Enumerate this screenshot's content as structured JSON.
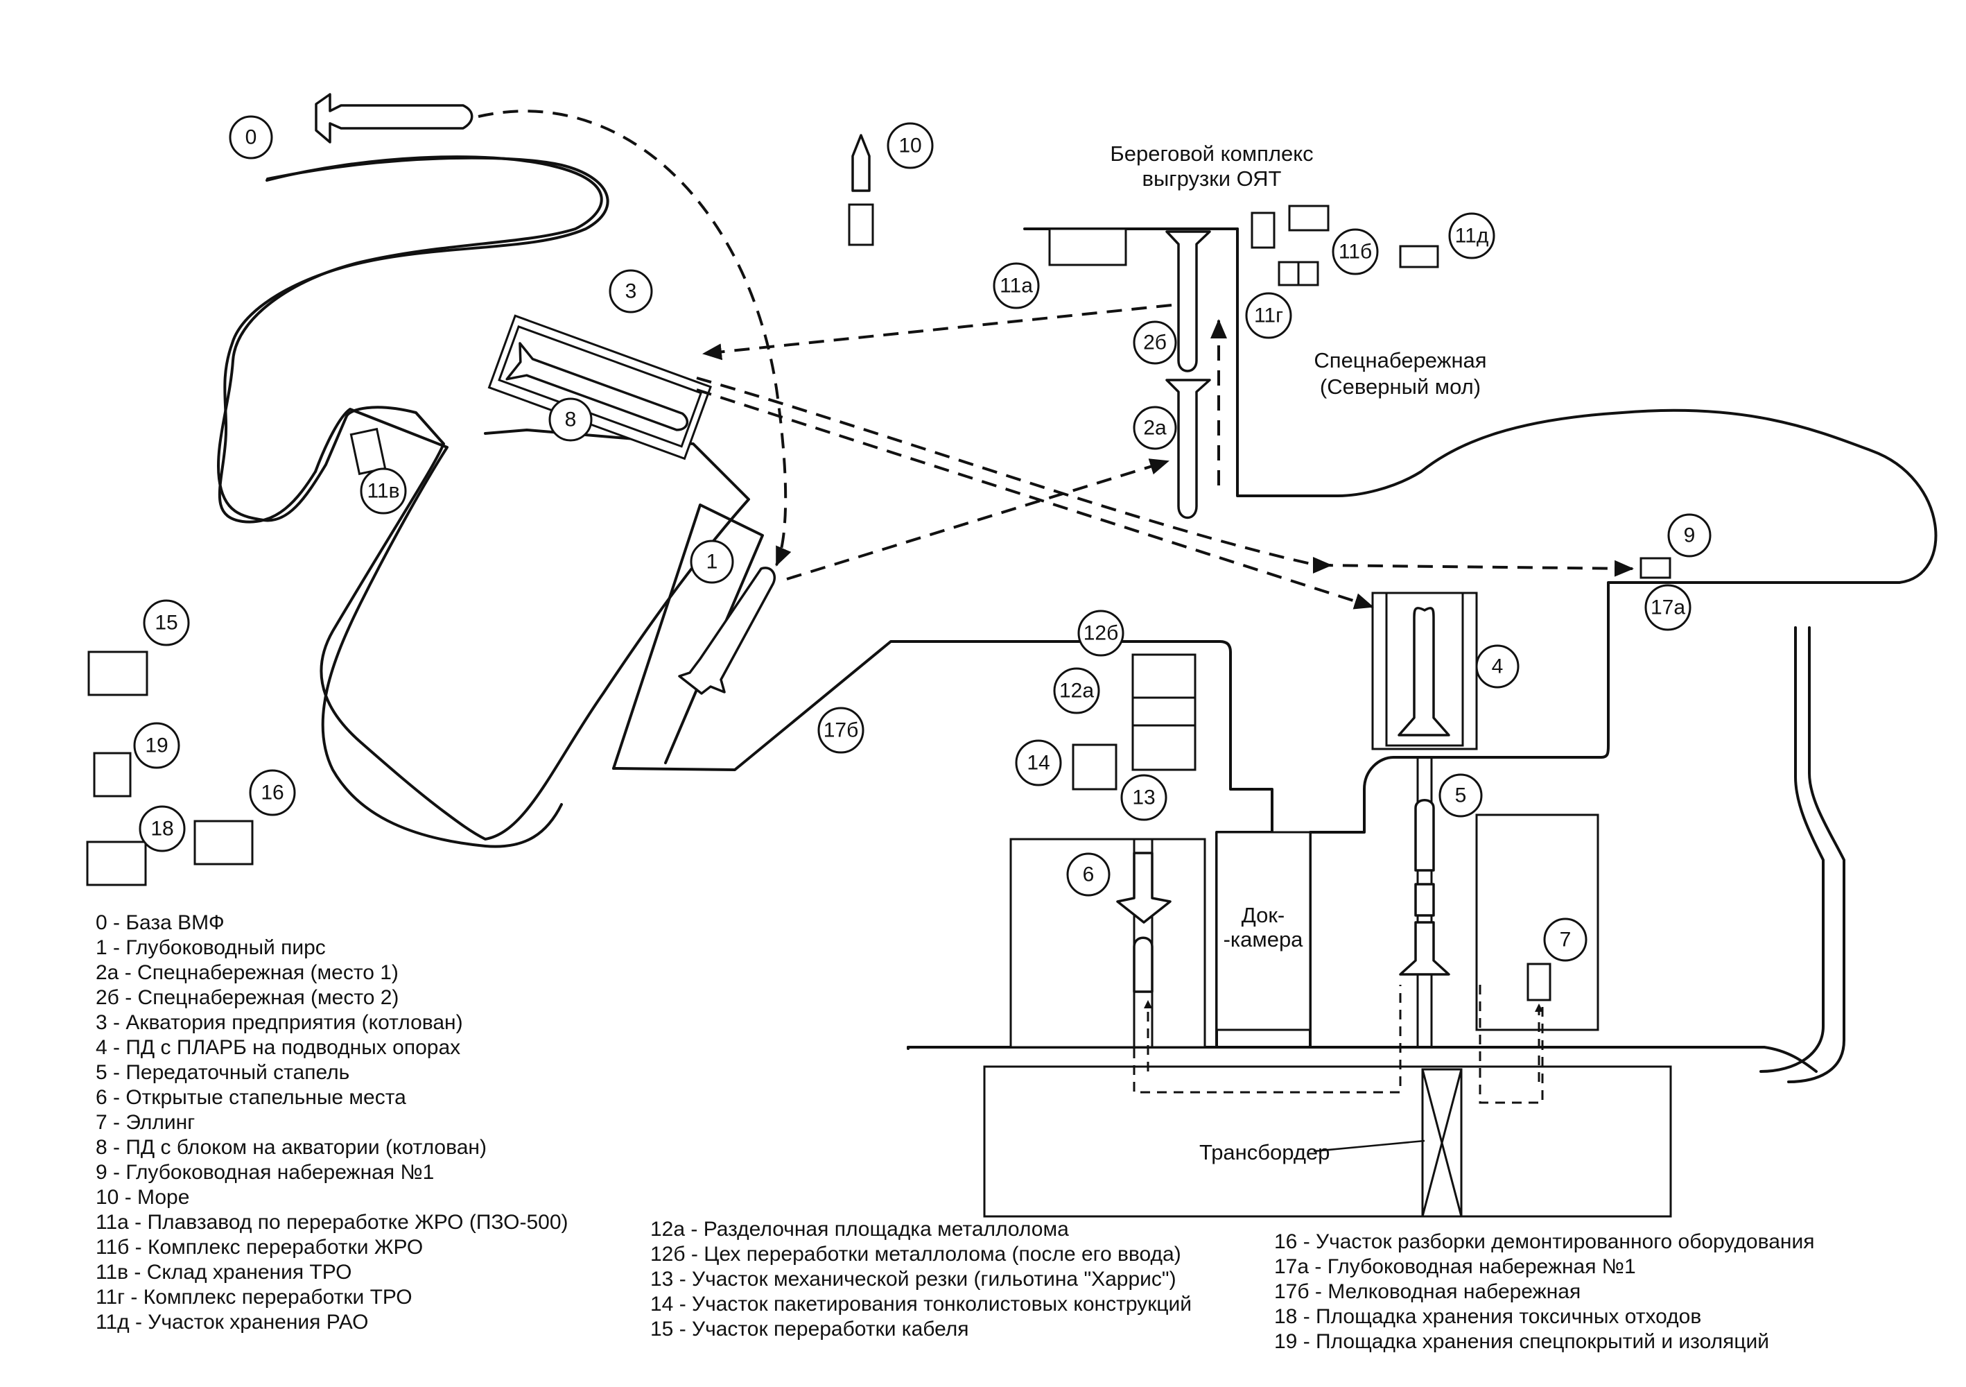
{
  "map": {
    "markers": {
      "m0": "0",
      "m1": "1",
      "m2a": "2а",
      "m2b": "2б",
      "m3": "3",
      "m4": "4",
      "m5": "5",
      "m6": "6",
      "m7": "7",
      "m8": "8",
      "m9": "9",
      "m10": "10",
      "m11a": "11а",
      "m11b": "11б",
      "m11v": "11в",
      "m11g": "11г",
      "m11d": "11д",
      "m12a": "12а",
      "m12b": "12б",
      "m13": "13",
      "m14": "14",
      "m15": "15",
      "m16": "16",
      "m17a": "17а",
      "m17b": "17б",
      "m18": "18",
      "m19": "19"
    },
    "captions": {
      "oyat_line1": "Береговой комплекс",
      "oyat_line2": "выгрузки ОЯТ",
      "spec_line1": "Спецнабережная",
      "spec_line2": "(Северный мол)",
      "dock_line1": "Док-",
      "dock_line2": "-камера",
      "transborder": "Трансбордер"
    }
  },
  "legend": {
    "col1": [
      "0 - База ВМФ",
      "1 - Глубоководный пирс",
      "2а - Спецнабережная (место 1)",
      "2б - Спецнабережная (место 2)",
      "3 - Акватория предприятия (котлован)",
      "4 - ПД с ПЛАРБ на подводных опорах",
      "5 - Передаточный стапель",
      "6 - Открытые стапельные места",
      "7 - Эллинг",
      "8 - ПД с блоком на акватории (котлован)",
      "9 - Глубоководная набережная №1",
      "10 - Море",
      "11а - Плавзавод по переработке ЖРО (ПЗО-500)",
      "11б - Комплекс переработки ЖРО",
      "11в - Склад хранения ТРО",
      "11г - Комплекс переработки ТРО",
      "11д - Участок хранения РАО"
    ],
    "col2": [
      "12а - Разделочная площадка металлолома",
      "12б - Цех переработки металлолома (после его ввода)",
      "13 - Участок механической резки (гильотина \"Харрис\")",
      "14 - Участок пакетирования тонколистовых конструкций",
      "15 - Участок переработки кабеля"
    ],
    "col3": [
      "16 - Участок разборки демонтированного оборудования",
      "17а - Глубоководная набережная №1",
      "17б - Мелководная набережная",
      "18 - Площадка хранения токсичных отходов",
      "19 - Площадка хранения спецпокрытий и изоляций"
    ]
  }
}
